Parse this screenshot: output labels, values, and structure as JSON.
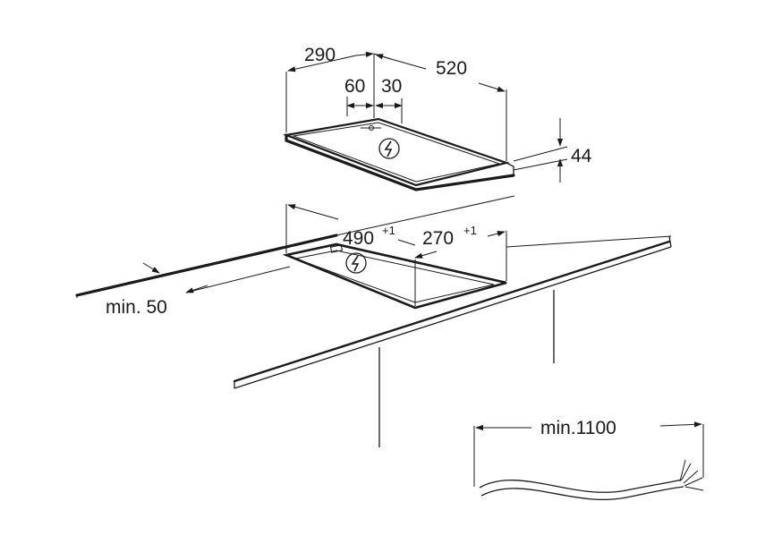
{
  "dimensions": {
    "hob_depth": "290",
    "hob_width": "520",
    "offset_left": "60",
    "offset_right": "30",
    "hob_height": "44",
    "cutout_width": "490",
    "cutout_width_tol": "+1",
    "cutout_depth": "270",
    "cutout_depth_tol": "+1",
    "front_min": "min. 50",
    "cable_min": "min.1100"
  },
  "icons": {
    "hob_symbol": "electric-bolt-icon",
    "cutout_symbol": "electric-bolt-icon"
  },
  "colors": {
    "line": "#1a1a1a",
    "background": "#ffffff"
  }
}
